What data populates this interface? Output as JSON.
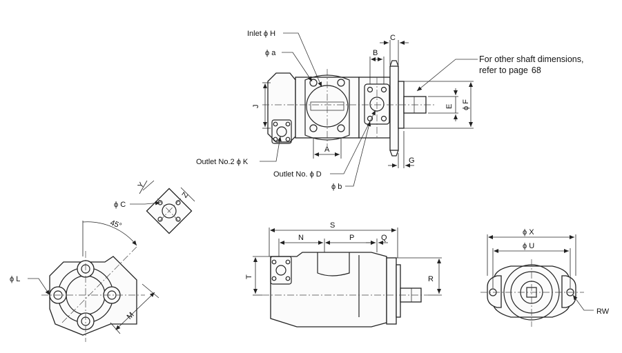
{
  "labels": {
    "inlet_h": "Inlet ϕ H",
    "phi_a": "ϕ a",
    "c": "C",
    "b": "B",
    "e": "E",
    "f": "ϕ F",
    "j": "J",
    "a": "A",
    "g": "G",
    "outlet2": "Outlet No.2 ϕ K",
    "outlet_d": "Outlet No. ϕ D",
    "phi_b": "ϕ b",
    "y": "Y",
    "z": "Z",
    "phi_c": "ϕ C",
    "angle": "45°",
    "phi_l": "ϕ L",
    "m": "M",
    "s": "S",
    "n": "N",
    "p": "P",
    "q": "Q",
    "t": "T",
    "r": "R",
    "phi_x": "ϕ X",
    "phi_u": "ϕ U",
    "rw": "RW"
  },
  "note": {
    "line1": "For other shaft dimensions,",
    "line2_prefix": "refer to page",
    "page": "68"
  },
  "icons": [
    "arrowhead",
    "leader-line",
    "centerline"
  ]
}
